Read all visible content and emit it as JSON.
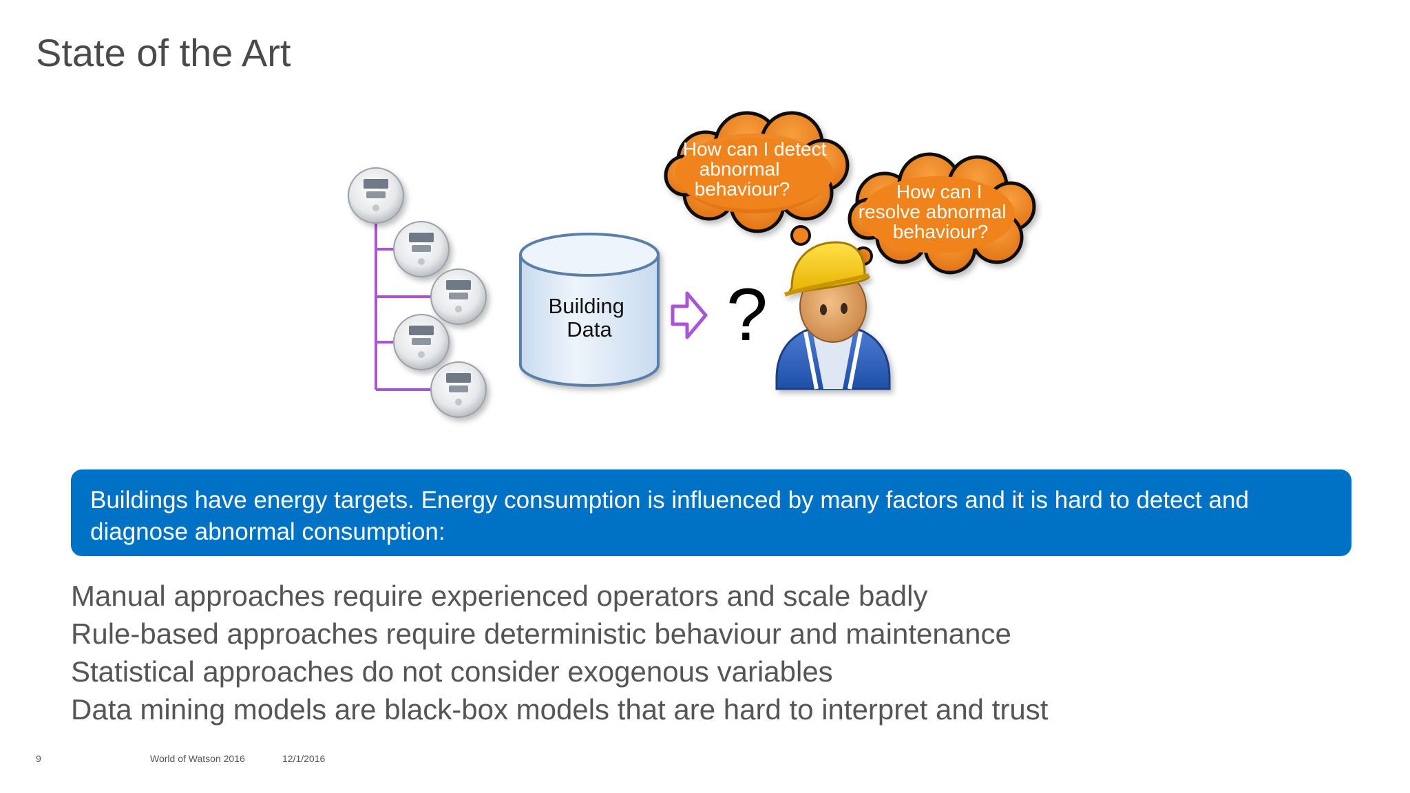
{
  "slide": {
    "title": "State of the Art"
  },
  "diagram": {
    "database_label_line1": "Building",
    "database_label_line2": "Data",
    "question_mark": "?",
    "bubble_detect": {
      "line1": "How can I detect",
      "line2": "abnormal",
      "line3": "behaviour?"
    },
    "bubble_resolve": {
      "line1": "How can I",
      "line2": "resolve abnormal",
      "line3": "behaviour?"
    },
    "colors": {
      "connector": "#a855d8",
      "bubble": "#f0831e",
      "database_fill": "#dde9f6",
      "database_stroke": "#5a7fa8"
    }
  },
  "callout": {
    "text": "Buildings have energy targets. Energy consumption is influenced by many factors and it is hard to detect and diagnose abnormal consumption:",
    "color": "#0072c6"
  },
  "bullets": [
    "Manual approaches require experienced operators and scale badly",
    "Rule-based approaches require deterministic behaviour and maintenance",
    "Statistical approaches do not consider exogenous variables",
    "Data mining models are black-box models that are hard to interpret and trust"
  ],
  "footer": {
    "page_number": "9",
    "event": "World of Watson 2016",
    "date": "12/1/2016"
  }
}
